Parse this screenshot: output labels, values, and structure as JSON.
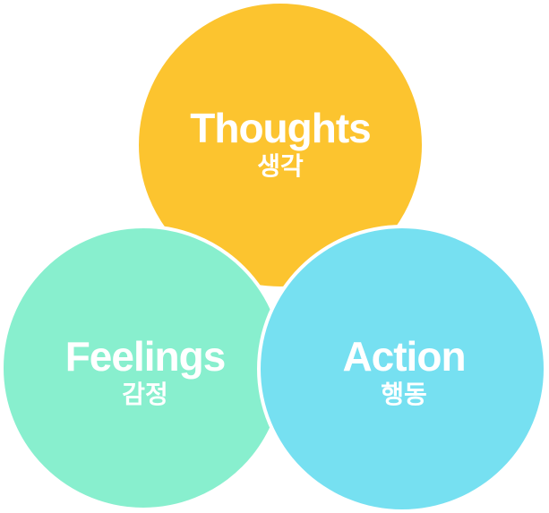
{
  "colors": {
    "thoughts": "#FCC42F",
    "feelings": "#88EFCE",
    "action": "#76E0F1",
    "text": "#FFFFFF",
    "outline": "#FFFFFF"
  },
  "nodes": [
    {
      "id": "thoughts",
      "title": "Thoughts",
      "subtitle": "생각"
    },
    {
      "id": "feelings",
      "title": "Feelings",
      "subtitle": "감정"
    },
    {
      "id": "action",
      "title": "Action",
      "subtitle": "행동"
    }
  ]
}
